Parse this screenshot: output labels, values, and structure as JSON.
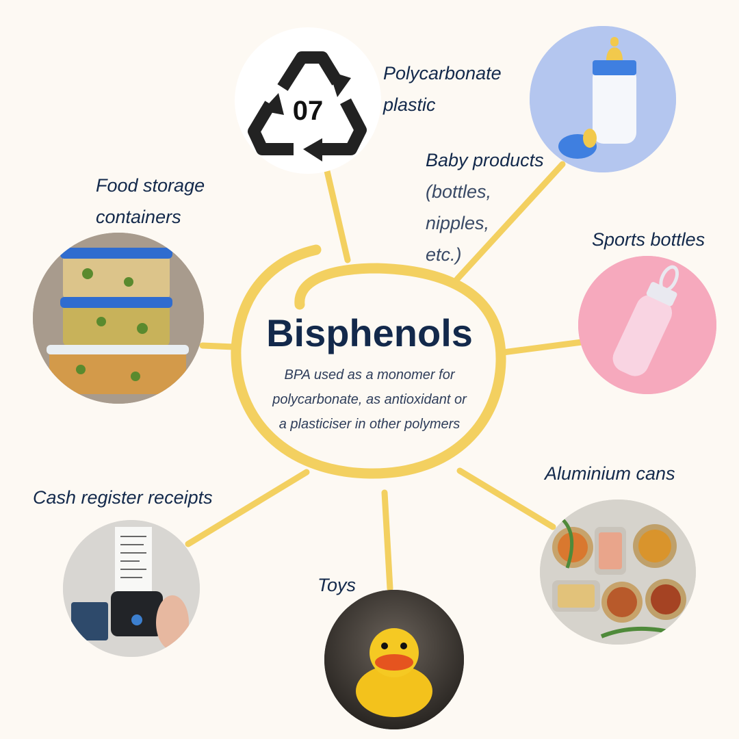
{
  "hub": {
    "title": "Bisphenols",
    "subtitle": "BPA used as a monomer for\npolycarbonate, as antioxidant or\na plasticiser in other polymers",
    "accent_color": "#f3d060"
  },
  "nodes": [
    {
      "id": "polycarbonate",
      "label_lines": [
        "Polycarbonate",
        "plastic"
      ],
      "icon": "recycle-code-07-icon",
      "badge_text": "07"
    },
    {
      "id": "baby",
      "label_lines": [
        "Baby products",
        "(bottles,",
        "nipples,",
        "etc.)"
      ],
      "icon": "baby-bottle-photo"
    },
    {
      "id": "sports",
      "label_lines": [
        "Sports bottles"
      ],
      "icon": "sports-bottle-photo"
    },
    {
      "id": "cans",
      "label_lines": [
        "Aluminium cans"
      ],
      "icon": "canned-food-photo"
    },
    {
      "id": "toys",
      "label_lines": [
        "Toys"
      ],
      "icon": "rubber-duck-photo"
    },
    {
      "id": "receipts",
      "label_lines": [
        "Cash register receipts"
      ],
      "icon": "receipt-printer-photo"
    },
    {
      "id": "food",
      "label_lines": [
        "Food storage",
        "containers"
      ],
      "icon": "food-containers-photo"
    }
  ],
  "colors": {
    "background": "#fdf9f3",
    "text": "#13294b",
    "connector": "#f3d060"
  }
}
